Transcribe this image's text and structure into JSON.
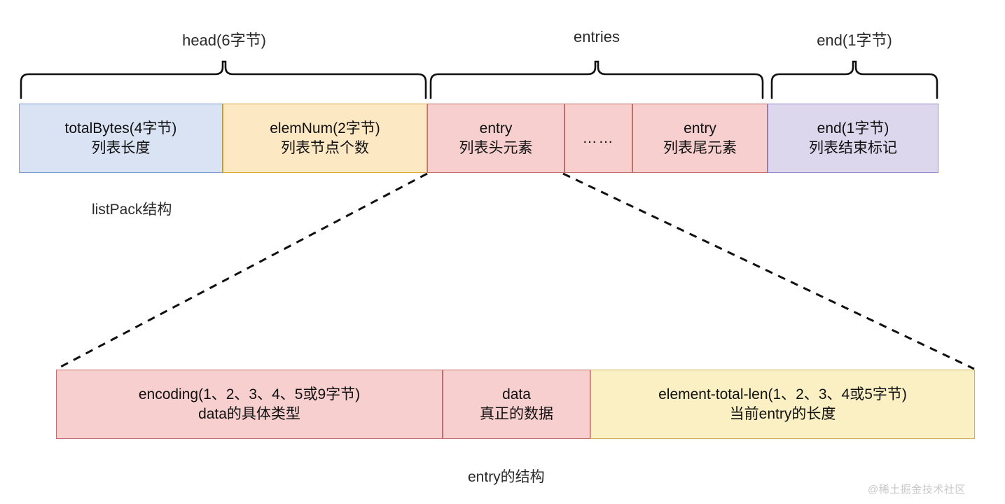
{
  "diagram": {
    "title": "listPack structure diagram",
    "watermark": "@稀土掘金技术社区",
    "captions": {
      "listpack": "listPack结构",
      "entry": "entry的结构"
    },
    "group_labels": [
      {
        "id": "head",
        "text": "head(6字节)"
      },
      {
        "id": "entries",
        "text": "entries"
      },
      {
        "id": "end",
        "text": "end(1字节)"
      }
    ],
    "listpack_row": {
      "cells": [
        {
          "id": "totalBytes",
          "line1": "totalBytes(4字节)",
          "line2": "列表长度",
          "fill": "#dae3f3",
          "border": "#7b9bd2"
        },
        {
          "id": "elemNum",
          "line1": "elemNum(2字节)",
          "line2": "列表节点个数",
          "fill": "#fde8c4",
          "border": "#e0a82e"
        },
        {
          "id": "entry-head",
          "line1": "entry",
          "line2": "列表头元素",
          "fill": "#f7cfcf",
          "border": "#c56c6c"
        },
        {
          "id": "entry-ellipsis",
          "line1": "……",
          "line2": "",
          "fill": "#f7cfcf",
          "border": "#c56c6c"
        },
        {
          "id": "entry-tail",
          "line1": "entry",
          "line2": "列表尾元素",
          "fill": "#f7cfcf",
          "border": "#c56c6c"
        },
        {
          "id": "end",
          "line1": "end(1字节)",
          "line2": "列表结束标记",
          "fill": "#ddd7ed",
          "border": "#9a87c9"
        }
      ]
    },
    "entry_row": {
      "cells": [
        {
          "id": "encoding",
          "line1": "encoding(1、2、3、4、5或9字节)",
          "line2": "data的具体类型",
          "fill": "#f7cfcf",
          "border": "#c56c6c"
        },
        {
          "id": "data",
          "line1": "data",
          "line2": "真正的数据",
          "fill": "#f7cfcf",
          "border": "#c56c6c"
        },
        {
          "id": "element-total-len",
          "line1": "element-total-len(1、2、3、4或5字节)",
          "line2": "当前entry的长度",
          "fill": "#fbf0c4",
          "border": "#cbb558"
        }
      ]
    }
  }
}
